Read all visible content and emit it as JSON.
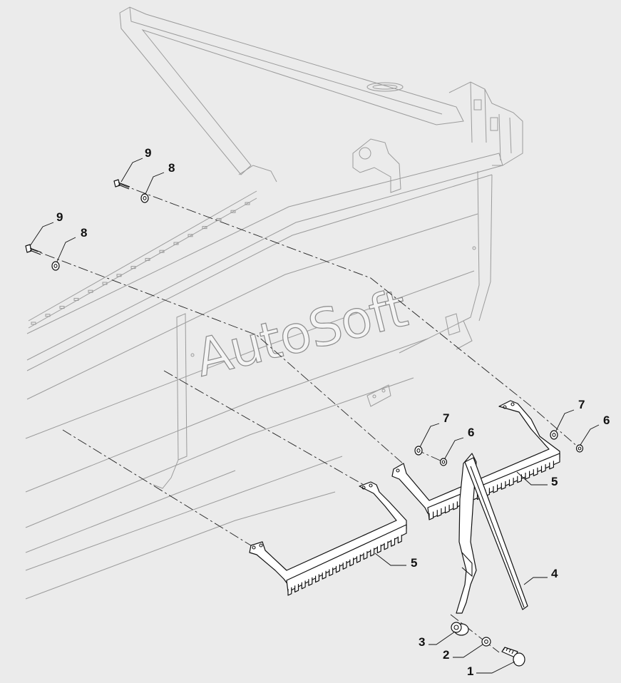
{
  "watermark": "AutoSoft",
  "callouts": [
    {
      "id": "c1",
      "label": "1"
    },
    {
      "id": "c2",
      "label": "2"
    },
    {
      "id": "c3",
      "label": "3"
    },
    {
      "id": "c4",
      "label": "4"
    },
    {
      "id": "c5a",
      "label": "5"
    },
    {
      "id": "c5b",
      "label": "5"
    },
    {
      "id": "c6a",
      "label": "6"
    },
    {
      "id": "c6b",
      "label": "6"
    },
    {
      "id": "c7a",
      "label": "7"
    },
    {
      "id": "c7b",
      "label": "7"
    },
    {
      "id": "c8a",
      "label": "8"
    },
    {
      "id": "c8b",
      "label": "8"
    },
    {
      "id": "c9a",
      "label": "9"
    },
    {
      "id": "c9b",
      "label": "9"
    }
  ]
}
